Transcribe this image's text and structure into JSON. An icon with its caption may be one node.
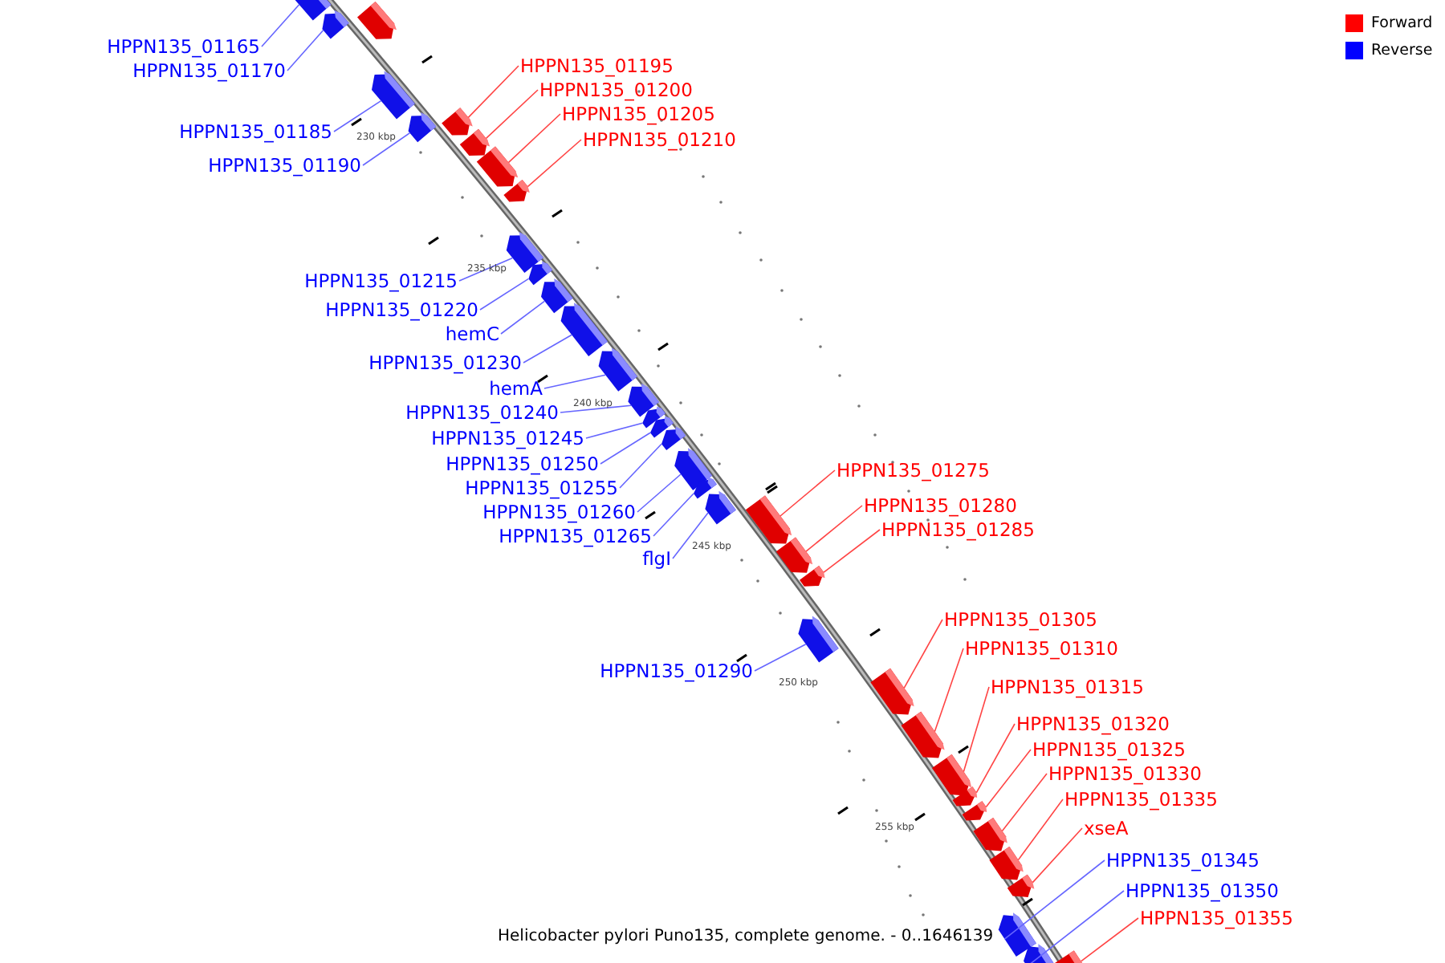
{
  "diagram": {
    "caption": "Helicobacter pylori Puno135, complete genome. - 0..1646139",
    "nodes": [
      {
        "text": [
          "HPPN135_01165"
        ]
      },
      {
        "text": [],
        "shape": "arrow"
      },
      {
        "text": [
          "HPPN135_01170"
        ]
      },
      {
        "text": [],
        "shape": "arrow"
      },
      {
        "text": [],
        "shape": "arrow"
      },
      {
        "text": [
          "HPPN135_01185"
        ]
      },
      {
        "text": [],
        "shape": "arrow"
      },
      {
        "text": [
          "HPPN135_01190"
        ]
      },
      {
        "text": [],
        "shape": "arrow"
      },
      {
        "text": [
          "HPPN135_01195"
        ]
      },
      {
        "text": [],
        "shape": "arrow"
      },
      {
        "text": [
          "HPPN135_01200"
        ]
      },
      {
        "text": [],
        "shape": "arrow"
      },
      {
        "text": [
          "HPPN135_01205"
        ]
      },
      {
        "text": [],
        "shape": "arrow"
      },
      {
        "text": [
          "HPPN135_01210"
        ]
      },
      {
        "text": [],
        "shape": "arrow"
      },
      {
        "text": [
          "HPPN135_01215"
        ]
      },
      {
        "text": [],
        "shape": "arrow"
      },
      {
        "text": [
          "HPPN135_01220"
        ]
      },
      {
        "text": [],
        "shape": "arrow"
      },
      {
        "text": [
          "hemC"
        ]
      },
      {
        "text": [],
        "shape": "arrow"
      },
      {
        "text": [
          "HPPN135_01230"
        ]
      },
      {
        "text": [],
        "shape": "arrow"
      },
      {
        "text": [
          "hemA"
        ]
      },
      {
        "text": [],
        "shape": "arrow"
      },
      {
        "text": [
          "HPPN135_01240"
        ]
      },
      {
        "text": [],
        "shape": "arrow"
      },
      {
        "text": [
          "HPPN135_01245"
        ]
      },
      {
        "text": [],
        "shape": "arrow"
      },
      {
        "text": [
          "HPPN135_01250"
        ]
      },
      {
        "text": [],
        "shape": "arrow"
      },
      {
        "text": [
          "HPPN135_01255"
        ]
      },
      {
        "text": [],
        "shape": "arrow"
      },
      {
        "text": [
          "HPPN135_01260"
        ]
      },
      {
        "text": [],
        "shape": "arrow"
      },
      {
        "text": [
          "HPPN135_01265"
        ]
      },
      {
        "text": [],
        "shape": "arrow"
      },
      {
        "text": [
          "flgI"
        ]
      },
      {
        "text": [],
        "shape": "arrow"
      },
      {
        "text": [
          "HPPN135_01275"
        ]
      },
      {
        "text": [],
        "shape": "arrow"
      },
      {
        "text": [
          "HPPN135_01280"
        ]
      },
      {
        "text": [],
        "shape": "arrow"
      },
      {
        "text": [
          "HPPN135_01285"
        ]
      },
      {
        "text": [],
        "shape": "arrow"
      },
      {
        "text": [
          "HPPN135_01290"
        ]
      },
      {
        "text": [],
        "shape": "arrow"
      },
      {
        "text": [
          "HPPN135_01305"
        ]
      },
      {
        "text": [],
        "shape": "arrow"
      },
      {
        "text": [
          "HPPN135_01310"
        ]
      },
      {
        "text": [],
        "shape": "arrow"
      },
      {
        "text": [
          "HPPN135_01315"
        ]
      },
      {
        "text": [],
        "shape": "arrow"
      },
      {
        "text": [
          "HPPN135_01320"
        ]
      },
      {
        "text": [],
        "shape": "arrow"
      },
      {
        "text": [
          "HPPN135_01325"
        ]
      },
      {
        "text": [],
        "shape": "arrow"
      },
      {
        "text": [
          "HPPN135_01330"
        ]
      },
      {
        "text": [],
        "shape": "arrow"
      },
      {
        "text": [
          "HPPN135_01335"
        ]
      },
      {
        "text": [],
        "shape": "arrow"
      },
      {
        "text": [
          "xseA"
        ]
      },
      {
        "text": [],
        "shape": "arrow"
      },
      {
        "text": [
          "HPPN135_01345"
        ]
      },
      {
        "text": [],
        "shape": "arrow"
      },
      {
        "text": [
          "HPPN135_01350"
        ]
      },
      {
        "text": [],
        "shape": "arrow"
      },
      {
        "text": [
          "HPPN135_01355"
        ]
      },
      {
        "text": [],
        "shape": "arrow"
      }
    ],
    "edges": [
      {
        "from": 0,
        "to": 1,
        "arrow": "none"
      },
      {
        "from": 2,
        "to": 3,
        "arrow": "none"
      },
      {
        "from": 5,
        "to": 6,
        "arrow": "none"
      },
      {
        "from": 7,
        "to": 8,
        "arrow": "none"
      },
      {
        "from": 9,
        "to": 10,
        "arrow": "none",
        "color": "#ff4444"
      },
      {
        "from": 11,
        "to": 12,
        "arrow": "none",
        "color": "#ff4444"
      },
      {
        "from": 13,
        "to": 14,
        "arrow": "none",
        "color": "#ff4444"
      },
      {
        "from": 15,
        "to": 16,
        "arrow": "none",
        "color": "#ff4444"
      },
      {
        "from": 17,
        "to": 18,
        "arrow": "none"
      },
      {
        "from": 19,
        "to": 20,
        "arrow": "none"
      },
      {
        "from": 21,
        "to": 22,
        "arrow": "none"
      },
      {
        "from": 23,
        "to": 24,
        "arrow": "none"
      },
      {
        "from": 25,
        "to": 26,
        "arrow": "none"
      },
      {
        "from": 27,
        "to": 28,
        "arrow": "none"
      },
      {
        "from": 29,
        "to": 30,
        "arrow": "none"
      },
      {
        "from": 31,
        "to": 32,
        "arrow": "none"
      },
      {
        "from": 33,
        "to": 34,
        "arrow": "none"
      },
      {
        "from": 35,
        "to": 36,
        "arrow": "none"
      },
      {
        "from": 37,
        "to": 38,
        "arrow": "none"
      },
      {
        "from": 39,
        "to": 40,
        "arrow": "none"
      },
      {
        "from": 41,
        "to": 42,
        "arrow": "none",
        "color": "#ff4444"
      },
      {
        "from": 43,
        "to": 44,
        "arrow": "none",
        "color": "#ff4444"
      },
      {
        "from": 45,
        "to": 46,
        "arrow": "none",
        "color": "#ff4444"
      },
      {
        "from": 47,
        "to": 48,
        "arrow": "none"
      },
      {
        "from": 49,
        "to": 50,
        "arrow": "none",
        "color": "#ff4444"
      },
      {
        "from": 51,
        "to": 52,
        "arrow": "none",
        "color": "#ff4444"
      },
      {
        "from": 53,
        "to": 54,
        "arrow": "none",
        "color": "#ff4444"
      },
      {
        "from": 55,
        "to": 56,
        "arrow": "none",
        "color": "#ff4444"
      },
      {
        "from": 57,
        "to": 58,
        "arrow": "none",
        "color": "#ff4444"
      },
      {
        "from": 59,
        "to": 60,
        "arrow": "none",
        "color": "#ff4444"
      },
      {
        "from": 61,
        "to": 62,
        "arrow": "none",
        "color": "#ff4444"
      },
      {
        "from": 63,
        "to": 64,
        "arrow": "none",
        "color": "#ff4444"
      },
      {
        "from": 65,
        "to": 66,
        "arrow": "none"
      },
      {
        "from": 67,
        "to": 68,
        "arrow": "none"
      },
      {
        "from": 69,
        "to": 70,
        "arrow": "none",
        "color": "#ff4444"
      }
    ],
    "labels": [
      "230 kbp",
      "235 kbp",
      "240 kbp",
      "245 kbp",
      "250 kbp",
      "255 kbp"
    ],
    "legend": [
      {
        "text": "Forward",
        "color": "#ff0000"
      },
      {
        "text": "Reverse",
        "color": "#0000ff"
      }
    ]
  }
}
